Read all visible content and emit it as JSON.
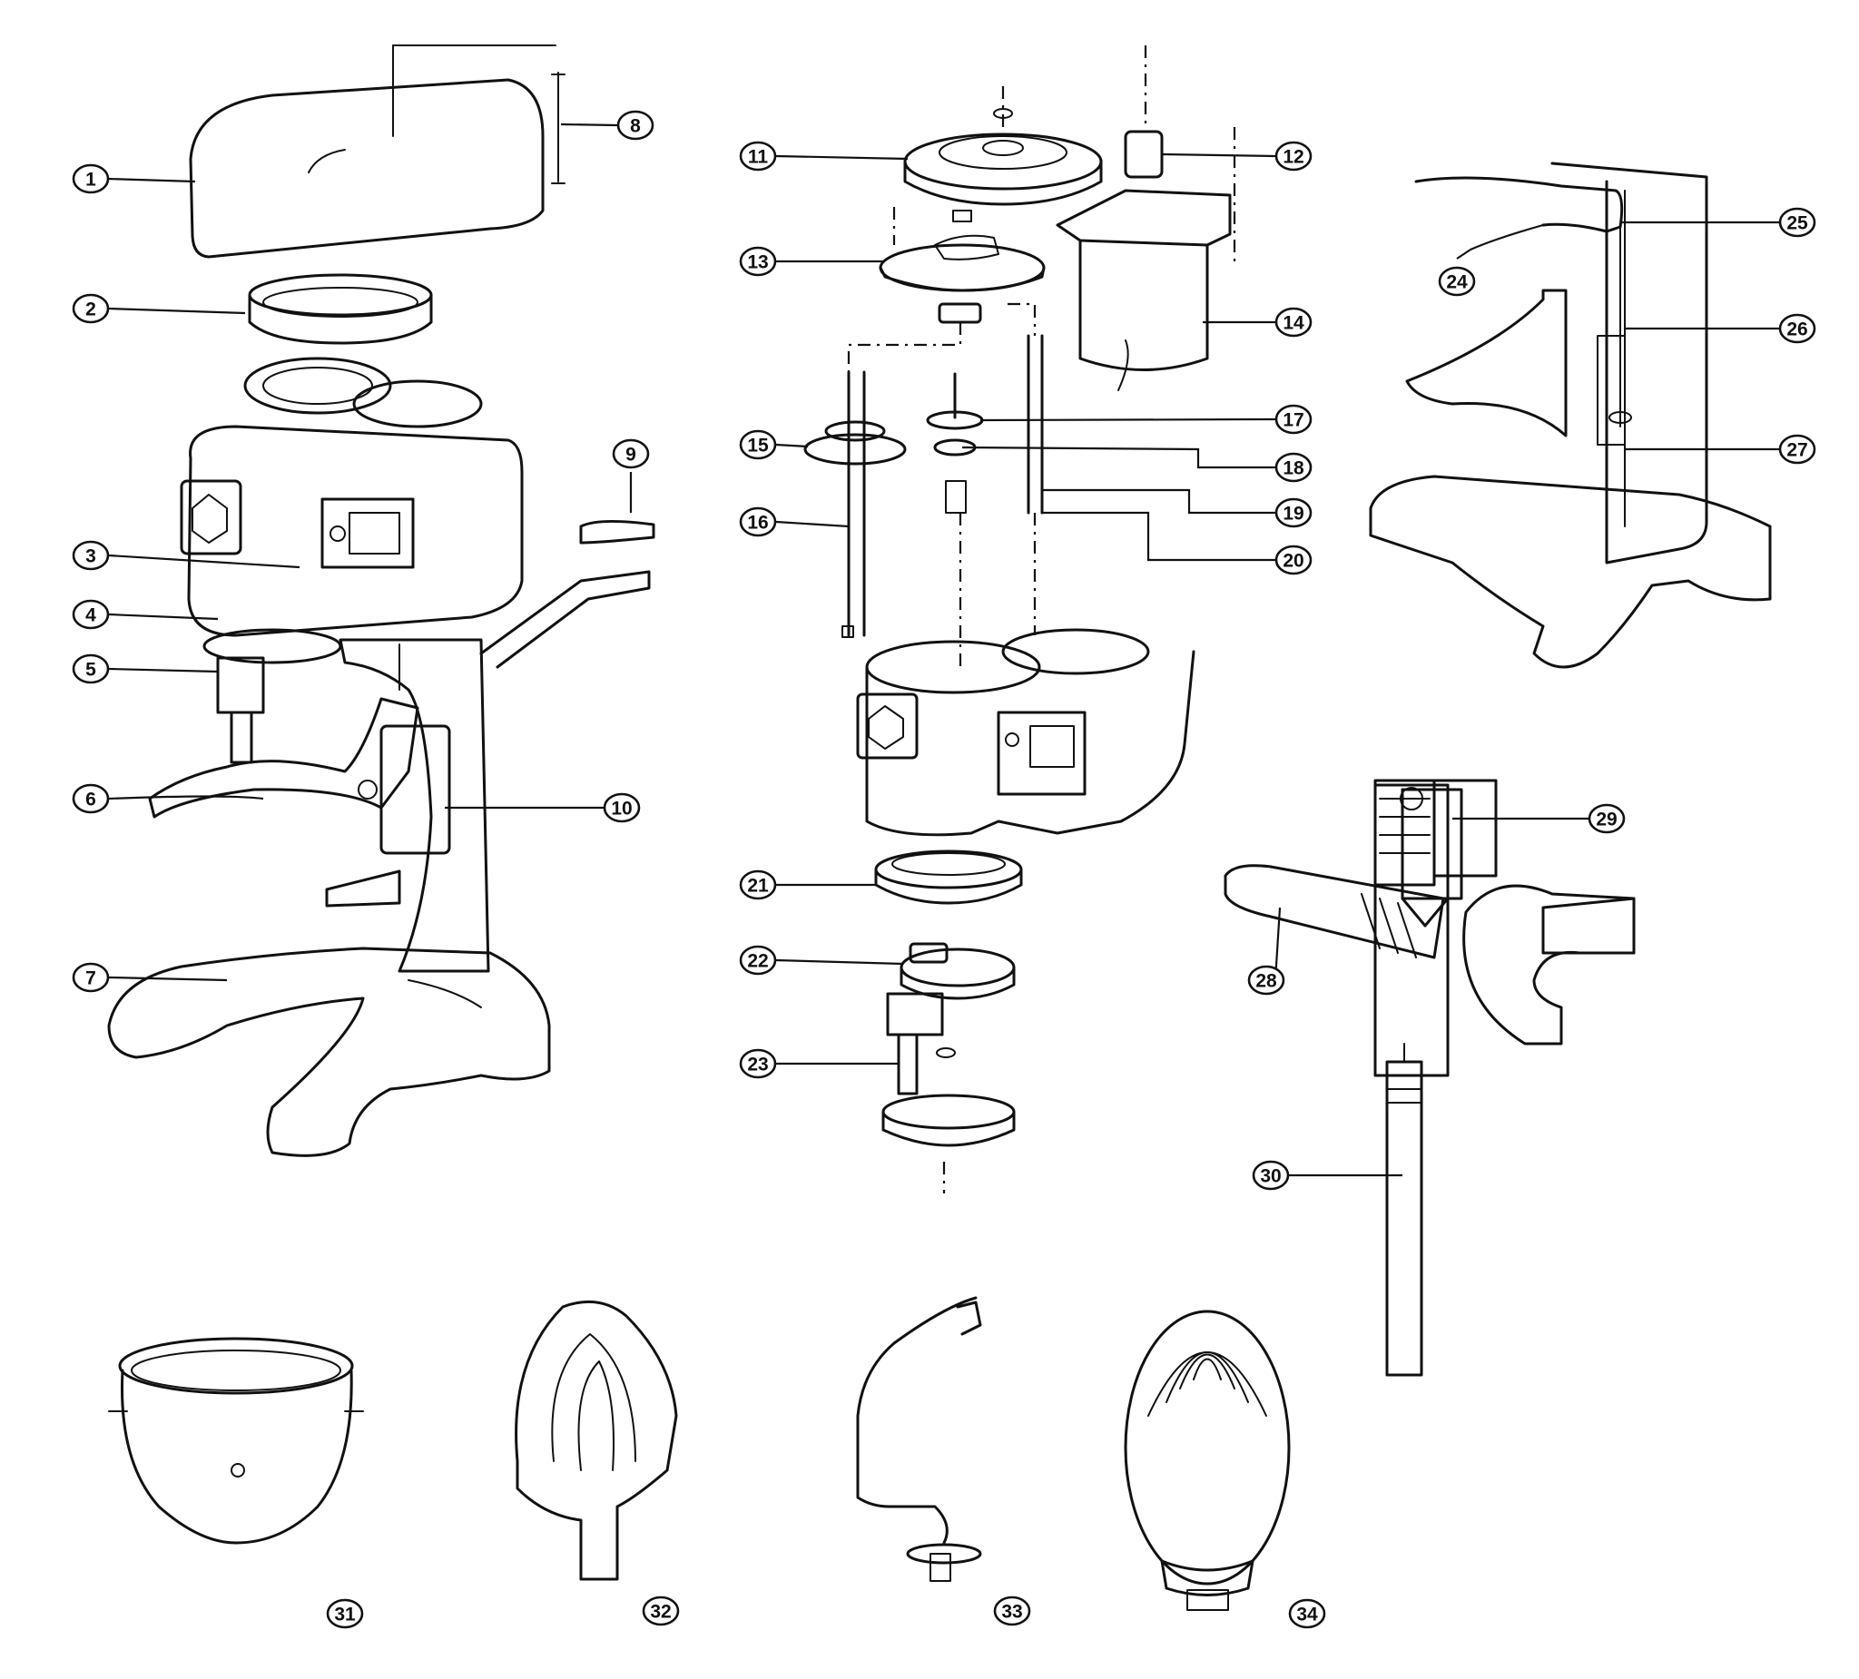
{
  "callouts": [
    {
      "id": "c1",
      "label": "1"
    },
    {
      "id": "c2",
      "label": "2"
    },
    {
      "id": "c3",
      "label": "3"
    },
    {
      "id": "c4",
      "label": "4"
    },
    {
      "id": "c5",
      "label": "5"
    },
    {
      "id": "c6",
      "label": "6"
    },
    {
      "id": "c7",
      "label": "7"
    },
    {
      "id": "c8",
      "label": "8"
    },
    {
      "id": "c9",
      "label": "9"
    },
    {
      "id": "c10",
      "label": "10"
    },
    {
      "id": "c11",
      "label": "11"
    },
    {
      "id": "c12",
      "label": "12"
    },
    {
      "id": "c13",
      "label": "13"
    },
    {
      "id": "c14",
      "label": "14"
    },
    {
      "id": "c15",
      "label": "15"
    },
    {
      "id": "c16",
      "label": "16"
    },
    {
      "id": "c17",
      "label": "17"
    },
    {
      "id": "c18",
      "label": "18"
    },
    {
      "id": "c19",
      "label": "19"
    },
    {
      "id": "c20",
      "label": "20"
    },
    {
      "id": "c21",
      "label": "21"
    },
    {
      "id": "c22",
      "label": "22"
    },
    {
      "id": "c23",
      "label": "23"
    },
    {
      "id": "c24",
      "label": "24"
    },
    {
      "id": "c25",
      "label": "25"
    },
    {
      "id": "c26",
      "label": "26"
    },
    {
      "id": "c27",
      "label": "27"
    },
    {
      "id": "c28",
      "label": "28"
    },
    {
      "id": "c29",
      "label": "29"
    },
    {
      "id": "c30",
      "label": "30"
    },
    {
      "id": "c31",
      "label": "31"
    },
    {
      "id": "c32",
      "label": "32"
    },
    {
      "id": "c33",
      "label": "33"
    },
    {
      "id": "c34",
      "label": "34"
    }
  ]
}
